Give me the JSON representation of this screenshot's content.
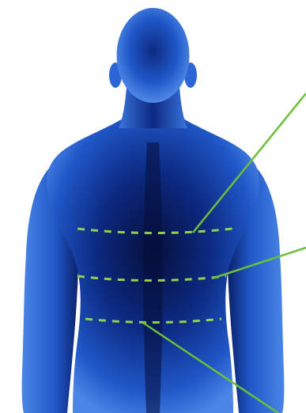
{
  "figure": {
    "subject_icon": "human-back-figure",
    "colors": {
      "background": "#ffffff",
      "body_light": "#4a86e6",
      "body_mid": "#1f57c7",
      "body_dark": "#0a1f66",
      "body_shadow": "#050f3a",
      "measure_line": "#8fd14f",
      "leader_line": "#6cbf3a"
    },
    "measure_lines": [
      {
        "name": "upper-back-line"
      },
      {
        "name": "mid-back-line"
      },
      {
        "name": "lower-back-line"
      }
    ],
    "leaders": [
      {
        "name": "upper-back-leader"
      },
      {
        "name": "mid-back-leader"
      },
      {
        "name": "lower-back-leader"
      }
    ]
  }
}
